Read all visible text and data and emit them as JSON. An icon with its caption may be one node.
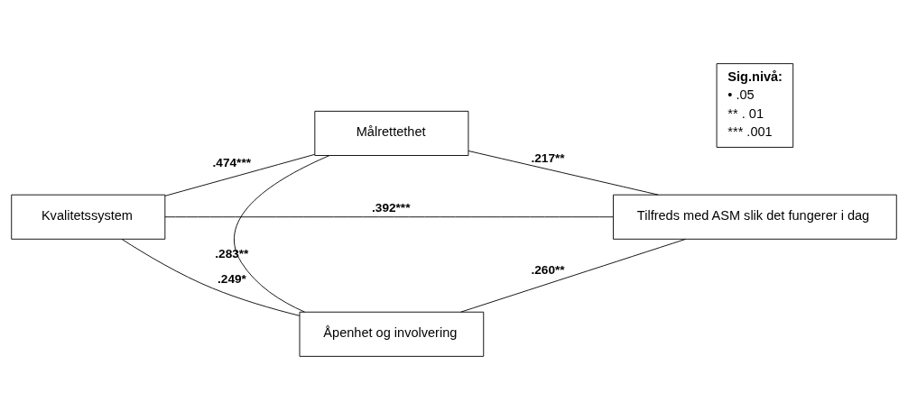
{
  "diagram": {
    "nodes": [
      {
        "text": [
          "Målrettethet"
        ]
      },
      {
        "text": [
          "Kvalitetssystem"
        ]
      },
      {
        "text": [
          "Tilfreds med ASM slik det fungerer i dag"
        ]
      },
      {
        "text": [
          "Åpenhet og involvering"
        ]
      },
      {
        "text": [
          "Sig.nivå:",
          "• .05",
          "** . 01",
          "*** .001"
        ]
      }
    ],
    "edges": [
      {
        "from": 1,
        "to": 0,
        "arrow": "none",
        "label": ".474***"
      },
      {
        "from": 1,
        "to": 2,
        "arrow": "none",
        "label": ".392***"
      },
      {
        "from": 1,
        "to": 3,
        "arrow": "none",
        "label": ".249*"
      },
      {
        "from": 0,
        "to": 3,
        "arrow": "none",
        "label": ".283**"
      },
      {
        "from": 0,
        "to": 2,
        "arrow": "none",
        "label": ".217**"
      },
      {
        "from": 3,
        "to": 2,
        "arrow": "none",
        "label": ".260**"
      }
    ]
  }
}
